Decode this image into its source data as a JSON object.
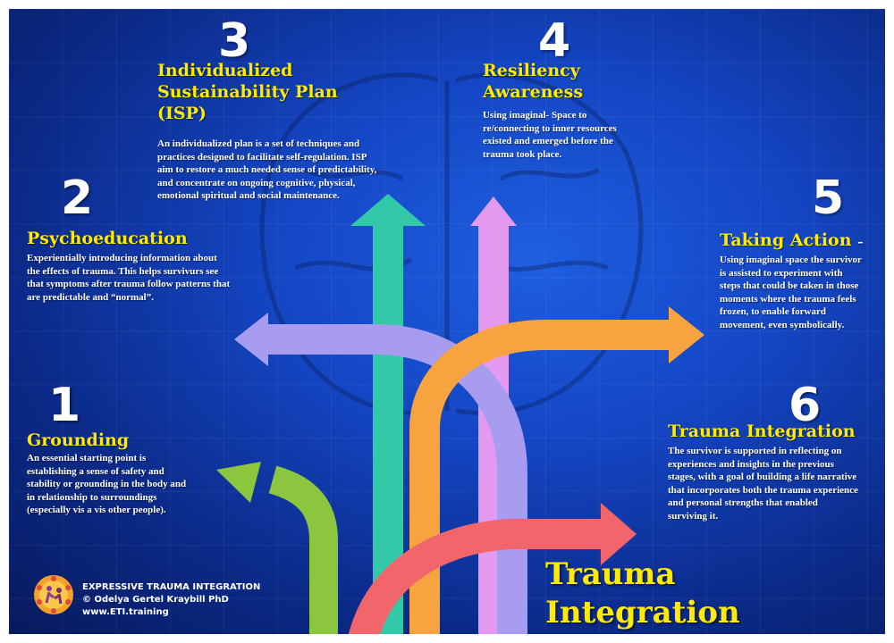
{
  "steps": [
    {
      "number": "1",
      "title": "Grounding",
      "description": "An essential starting point is establishing a sense of safety and stability or grounding in the body and in relationship to surroundings (especially vis a vis other people)."
    },
    {
      "number": "2",
      "title": "Psychoeducation",
      "description": "Experientially introducing information about the effects of trauma.  This helps survivurs see that symptoms after trauma follow patterns that are predictable and “normal”."
    },
    {
      "number": "3",
      "title": "Individualized Sustainability Plan (ISP)",
      "description": "An individualized plan is a set of techniques and practices designed to facilitate self-regulation. ISP aim to restore a much needed sense of predictability, and concentrate on ongoing cognitive, physical, emotional spiritual and social maintenance."
    },
    {
      "number": "4",
      "title": "Resiliency Awareness",
      "description": "Using imaginal- Space to re/connecting to inner resources existed and emerged before the trauma took place."
    },
    {
      "number": "5",
      "title": "Taking Action",
      "dash": "–",
      "description": "Using imaginal space the survivor is assisted to experiment with steps that could be taken in those moments where the trauma feels frozen, to enable forward movement, even symbolically."
    },
    {
      "number": "6",
      "title": "Trauma Integration",
      "description": "The survivor is supported in reflecting on experiences and insights in the previous stages, with a goal of building a life narrative that incorporates both the trauma experience and personal strengths that enabled surviving it."
    }
  ],
  "framework_title": "Trauma Integration Framework",
  "organization": {
    "name": "EXPRESSIVE TRAUMA INTEGRATION",
    "author": "© Odelya Gertel Kraybill PhD",
    "website": "www.ETI.training"
  },
  "colors": {
    "background": "#1446c4",
    "title_text": "#ffea00",
    "arrow_grounding": "#8cc63f",
    "arrow_psychoeducation": "#a79cf0",
    "arrow_isp": "#33c9a8",
    "arrow_resiliency": "#e59af2",
    "arrow_action": "#f7a440",
    "arrow_integration": "#f2656b"
  },
  "icons": [
    "brain-outline-icon",
    "eti-logo-icon"
  ]
}
